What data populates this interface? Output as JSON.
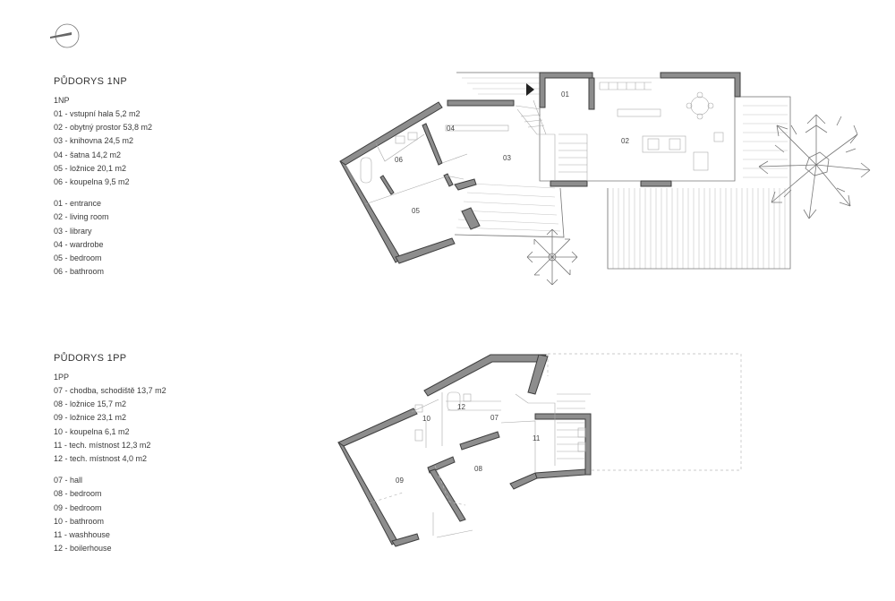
{
  "floor_1np": {
    "title": "PŮDORYS 1NP",
    "level": "1NP",
    "rooms_cz": [
      "01 - vstupní hala 5,2 m2",
      "02 - obytný prostor 53,8 m2",
      "03 - knihovna 24,5 m2",
      "04 - šatna 14,2 m2",
      "05 - ložnice 20,1 m2",
      "06 - koupelna 9,5 m2"
    ],
    "rooms_en": [
      "01 - entrance",
      "02 - living room",
      "03 - library",
      "04 - wardrobe",
      "05 - bedroom",
      "06 - bathroom"
    ],
    "plan_labels": {
      "r01": "01",
      "r02": "02",
      "r03": "03",
      "r04": "04",
      "r05": "05",
      "r06": "06"
    }
  },
  "floor_1pp": {
    "title": "PŮDORYS 1PP",
    "level": "1PP",
    "rooms_cz": [
      "07 - chodba, schodiště 13,7 m2",
      "08 - ložnice 15,7 m2",
      "09 - ložnice 23,1 m2",
      "10 - koupelna 6,1 m2",
      "11 - tech. místnost 12,3 m2",
      "12 - tech. místnost 4,0 m2"
    ],
    "rooms_en": [
      "07 - hall",
      "08 - bedroom",
      "09 - bedroom",
      "10 - bathroom",
      "11 - washhouse",
      "12 - boilerhouse"
    ],
    "plan_labels": {
      "r07": "07",
      "r08": "08",
      "r09": "09",
      "r10": "10",
      "r11": "11",
      "r12": "12"
    }
  },
  "icons": {
    "north_arrow": "north-arrow-icon",
    "entrance_marker": "entrance-arrow-icon"
  }
}
